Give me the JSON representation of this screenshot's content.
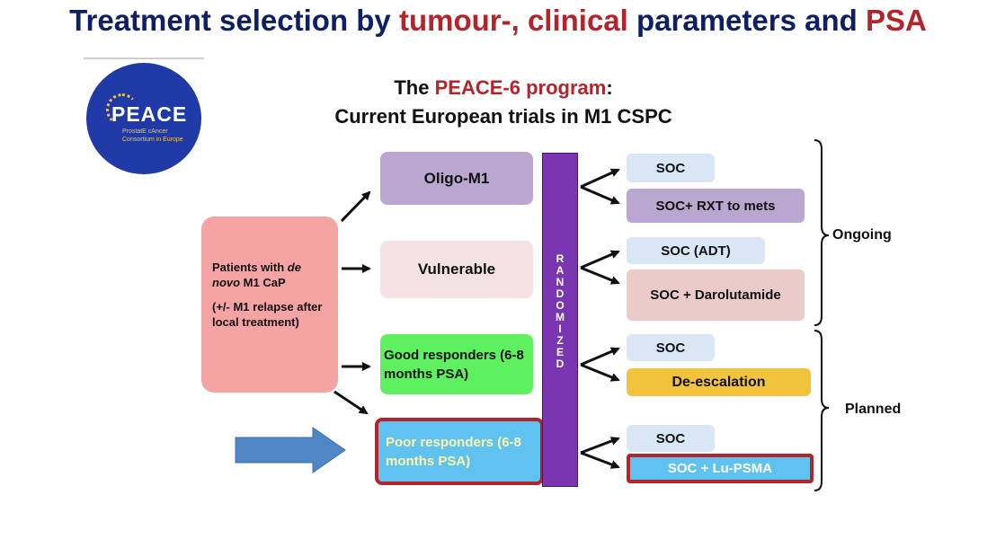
{
  "slide": {
    "title_part1": "Treatment selection by ",
    "title_part2": "tumour-, clinical",
    "title_part3": " parameters and ",
    "title_part4": "PSA"
  },
  "logo": {
    "name": "PEACE",
    "subtitle_line1": "ProstatE cAncer",
    "subtitle_line2": "Consortium in Europe"
  },
  "diagram": {
    "title_line1_a": "The ",
    "title_line1_b": "PEACE-6 program",
    "title_line1_c": ":",
    "title_line2": "Current European trials in M1 CSPC",
    "patients": {
      "line1_a": "Patients with ",
      "line1_b": "de novo",
      "line1_c": " M1 CaP",
      "line2": "(+/- M1 relapse after local treatment)"
    },
    "groups": {
      "oligo": "Oligo-M1",
      "vulnerable": "Vulnerable",
      "good": "Good responders (6-8 months PSA)",
      "poor": "Poor responders (6-8 months PSA)"
    },
    "randomized_label": "RANDOMIZED",
    "arms": {
      "soc1": "SOC",
      "rxt": "SOC+ RXT to mets",
      "adt": "SOC (ADT)",
      "daro": "SOC + Darolutamide",
      "soc3": "SOC",
      "deesc": "De-escalation",
      "soc4": "SOC",
      "lu": "SOC + Lu-PSMA"
    },
    "status": {
      "ongoing": "Ongoing",
      "planned": "Planned"
    },
    "colors": {
      "title_navy": "#0f1f63",
      "highlight_red": "#b3242b",
      "randomized_purple": "#7a36b1",
      "pointer_arrow_blue": "#4f86c6"
    }
  }
}
